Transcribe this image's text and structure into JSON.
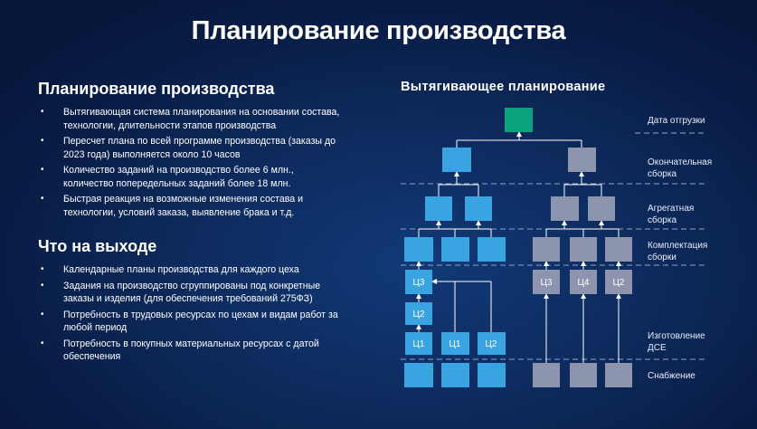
{
  "title": "Планирование производства",
  "left": {
    "section1": {
      "heading": "Планирование  производства",
      "bullets": [
        "Вытягивающая система планирования на основании состава, технологии, длительности этапов производства",
        "Пересчет плана по всей программе производства (заказы до 2023 года) выполняется около 10 часов",
        "Количество заданий на производство более 6 млн., количество попередельных заданий более 18 млн.",
        "Быстрая реакция на возможные изменения  состава и технологии, условий заказа, выявление брака и т.д."
      ]
    },
    "section2": {
      "heading": "Что на выходе",
      "bullets": [
        "Календарные планы производства для каждого цеха",
        "Задания на производство сгруппированы под конкретные заказы и изделия (для обеспечения требований 275ФЗ)",
        "Потребность в трудовых ресурсах по цехам и видам работ за любой период",
        "Потребность в покупных материальных ресурсах с датой обеспечения"
      ]
    }
  },
  "diagram": {
    "title": "Вытягивающее  планирование",
    "levels": [
      "Дата отгрузки",
      "Окончательная сборка",
      "Агрегатная сборка",
      "Комплектация сборки",
      "Изготовление ДСЕ",
      "Снабжение"
    ],
    "labels": {
      "left_c3": "Ц3",
      "left_c2": "Ц2",
      "left_bottom": [
        "Ц1",
        "Ц1",
        "Ц2"
      ],
      "right_row": [
        "Ц3",
        "Ц4",
        "Ц2"
      ]
    },
    "colors": {
      "root": "#0aa37c",
      "blue": "#3aa3e2",
      "gray": "#8c95ad"
    }
  }
}
